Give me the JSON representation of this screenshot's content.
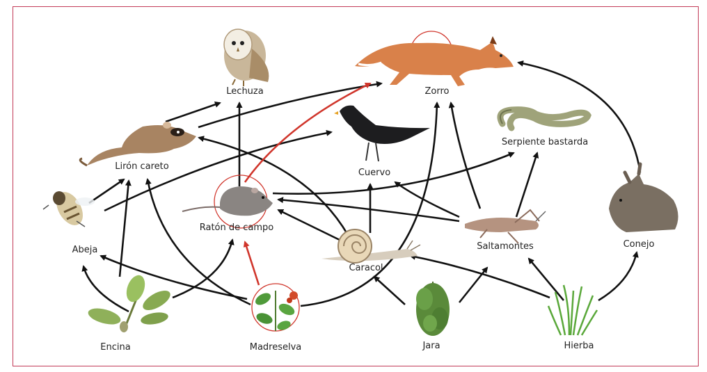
{
  "organisms": {
    "lechuza": "Lechuza",
    "zorro": "Zorro",
    "liron": "Lirón careto",
    "cuervo": "Cuervo",
    "serpiente": "Serpiente bastarda",
    "abeja": "Abeja",
    "raton": "Ratón de campo",
    "saltamontes": "Saltamontes",
    "conejo": "Conejo",
    "caracol": "Caracol",
    "encina": "Encina",
    "madreselva": "Madreselva",
    "jara": "Jara",
    "hierba": "Hierba"
  },
  "colors": {
    "frame": "#c23a57",
    "arrow": "#111111",
    "highlight_arrow": "#d0352b",
    "highlight_ring": "#d0352b"
  }
}
